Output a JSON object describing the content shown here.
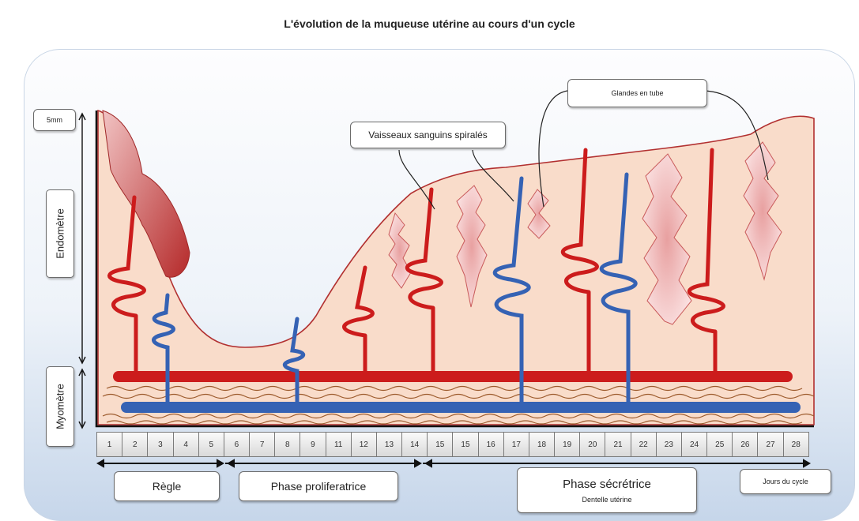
{
  "title": "L'évolution de la muqueuse utérine au cours d'un cycle",
  "thickness_label": "5mm",
  "layers": {
    "endometre": "Endomètre",
    "myometre": "Myomètre"
  },
  "annotations": {
    "vaisseaux": "Vaisseaux sanguins spiralés",
    "glandes": "Glandes en tube"
  },
  "days": [
    "1",
    "2",
    "3",
    "4",
    "5",
    "6",
    "7",
    "8",
    "9",
    "11",
    "12",
    "13",
    "14",
    "15",
    "15",
    "16",
    "17",
    "18",
    "19",
    "20",
    "21",
    "22",
    "23",
    "24",
    "25",
    "26",
    "27",
    "28"
  ],
  "phases": {
    "regle": "Règle",
    "proliferatrice": "Phase proliferatrice",
    "secretrice": "Phase sécrétrice",
    "secretrice_sub": "Dentelle utérine",
    "jours": "Jours du cycle"
  },
  "colors": {
    "tissue": "#f9dcca",
    "outline": "#b23030",
    "artery": "#cc1c1c",
    "vein": "#3562b4",
    "gland": "#e9a9a9",
    "muscle": "#9c5a2c"
  }
}
